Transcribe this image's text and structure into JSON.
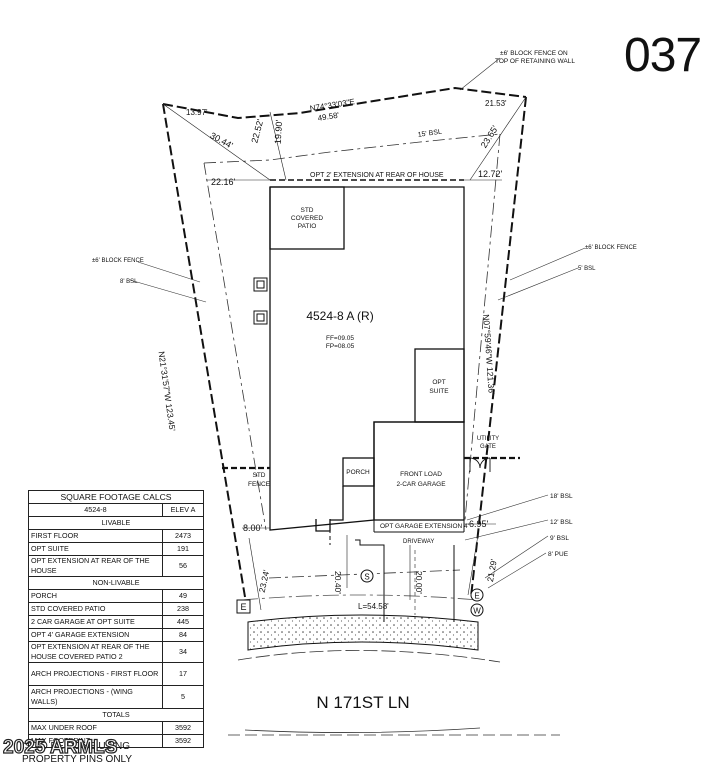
{
  "lot_number": "037",
  "plan_label": "4524-8 A (R)",
  "ff": "FF=09.05",
  "fp": "FP=08.05",
  "street": "N 171ST LN",
  "labels": {
    "block_fence_top_1": "±6' BLOCK FENCE ON",
    "block_fence_top_2": "TOP OF RETAINING WALL",
    "bearing_top": "N74°33'03\"E",
    "dist_top": "49.58'",
    "d_13_97": "13.97'",
    "d_21_53": "21.53'",
    "d_30_44": "30.44'",
    "d_22_52": "22.52'",
    "d_19_90": "19.90'",
    "d_23_65": "23.65'",
    "bsl_15": "15' BSL",
    "d_22_16": "22.16'",
    "d_12_72": "12.72'",
    "opt_extension": "OPT 2' EXTENSION AT REAR OF HOUSE",
    "std_covered_patio_1": "STD",
    "std_covered_patio_2": "COVERED",
    "std_covered_patio_3": "PATIO",
    "block_fence_left": "±6' BLOCK FENCE",
    "bsl_8": "8' BSL",
    "block_fence_right": "±6' BLOCK FENCE",
    "bsl_5": "5' BSL",
    "left_bearing": "N21°31'57\"W 123.45'",
    "right_bearing": "N07°59'46\"W 121.36'",
    "opt_suite_1": "OPT",
    "opt_suite_2": "SUITE",
    "utility_gate_1": "UTILITY",
    "utility_gate_2": "GATE",
    "std_fence_1": "STD",
    "std_fence_2": "FENCE",
    "porch": "PORCH",
    "garage_1": "FRONT LOAD",
    "garage_2": "2-CAR GARAGE",
    "bsl_18": "18' BSL",
    "d_8_00": "8.00'",
    "opt_garage_ext": "OPT GARAGE EXTENSION 4'",
    "d_6_95": "6.95'",
    "bsl_12": "12' BSL",
    "bsl_9": "9' BSL",
    "pue_8": "8' PUE",
    "driveway": "DRIVEWAY",
    "d_23_24": "23.24'",
    "d_20_40": "20.40'",
    "d_20_00": "20.00'",
    "d_21_29": "21.29'",
    "arc_length": "L=54.58'",
    "e_marker": "E",
    "s_marker": "S",
    "w_marker": "W"
  },
  "calcs": {
    "title": "SQUARE FOOTAGE CALCS",
    "col_plan": "4524-8",
    "col_elev": "ELEV A",
    "livable": "LIVABLE",
    "livable_rows": [
      {
        "label": "FIRST FLOOR",
        "value": "2473"
      },
      {
        "label": "OPT SUITE",
        "value": "191"
      },
      {
        "label": "OPT EXTENSION AT REAR OF THE HOUSE",
        "value": "56"
      }
    ],
    "non_livable": "NON-LIVABLE",
    "non_livable_rows": [
      {
        "label": "PORCH",
        "value": "49"
      },
      {
        "label": "STD COVERED PATIO",
        "value": "238"
      },
      {
        "label": "2 CAR GARAGE AT OPT SUITE",
        "value": "445"
      },
      {
        "label": "OPT 4' GARAGE EXTENSION",
        "value": "84"
      },
      {
        "label": "OPT EXTENSION AT REAR OF THE HOUSE COVERED PATIO 2",
        "value": "34"
      },
      {
        "label": "ARCH PROJECTIONS - FIRST FLOOR",
        "value": "17"
      },
      {
        "label": "ARCH PROJECTIONS - (WING WALLS)",
        "value": "5"
      }
    ],
    "totals": "TOTALS",
    "total_rows": [
      {
        "label": "MAX UNDER ROOF",
        "value": "3592"
      },
      {
        "label": "MAX FOOTPRINT",
        "value": "3592"
      }
    ]
  },
  "watermark": "2025 ARMLS",
  "pins_note": [
    "IS TO BE DONE USING",
    "PROPERTY PINS ONLY"
  ]
}
